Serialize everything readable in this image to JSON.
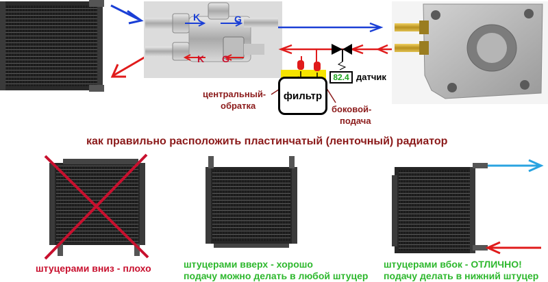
{
  "labels": {
    "k_top": "K",
    "g_top": "G",
    "k_bottom": "K",
    "g_bottom": "G",
    "sensor_value": "82.4",
    "sensor_label": "датчик",
    "filter": "фильтр",
    "central_line1": "центральный-",
    "central_line2": "обратка",
    "side_line1": "боковой-",
    "side_line2": "подача",
    "heading": "как правильно расположить пластинчатый (ленточный) радиатор",
    "bad_caption": "штуцерами вниз - плохо",
    "good_caption_line1": "штуцерами вверх - хорошо",
    "good_caption_line2": "подачу можно делать в любой штуцер",
    "best_caption_line1": "штуцерами вбок - ОТЛИЧНО!",
    "best_caption_line2": "подачу делать в нижний штуцер"
  },
  "colors": {
    "supply_arrow": "#1a3fd6",
    "return_arrow": "#e01b1b",
    "cross": "#c8102e",
    "cyan_arrow": "#29a3e0",
    "caption_bad": "#c8102e",
    "caption_good": "#2eb82e",
    "heading": "#8b1a1a"
  },
  "icons": {
    "radiator": "radiator-icon",
    "thermostat": "thermostat-valve-icon",
    "adapter": "oil-adapter-plate-icon",
    "check_valve": "check-valve-icon"
  }
}
